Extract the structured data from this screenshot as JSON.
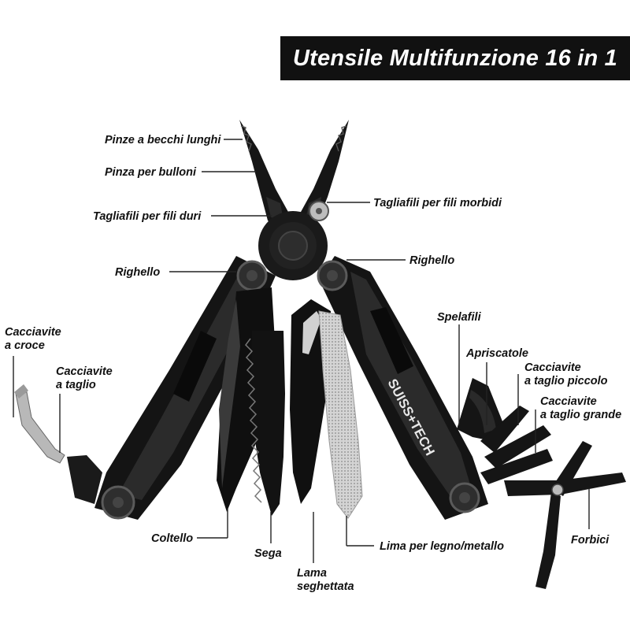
{
  "title": "Utensile Multifunzione 16 in 1",
  "brand_mark": "SUISS+TECH",
  "labels": {
    "pinze_becchi": "Pinze a becchi lunghi",
    "pinza_bulloni": "Pinza per bulloni",
    "tagliafili_duri": "Tagliafili per fili duri",
    "tagliafili_morbidi": "Tagliafili per fili morbidi",
    "righello_left": "Righello",
    "righello_right": "Righello",
    "cacciavite_croce_1": "Cacciavite",
    "cacciavite_croce_2": "a croce",
    "cacciavite_taglio_1": "Cacciavite",
    "cacciavite_taglio_2": "a taglio",
    "spelafili": "Spelafili",
    "apriscatole": "Apriscatole",
    "cacc_piccolo_1": "Cacciavite",
    "cacc_piccolo_2": "a taglio piccolo",
    "cacc_grande_1": "Cacciavite",
    "cacc_grande_2": "a taglio grande",
    "coltello": "Coltello",
    "sega": "Sega",
    "lama_1": "Lama",
    "lama_2": "seghettata",
    "lima": "Lima per legno/metallo",
    "forbici": "Forbici"
  },
  "colors": {
    "tool_body": "#151515",
    "tool_edge": "#3a3a3a",
    "file_silver": "#c8c8c8",
    "banner": "#111111",
    "leader_line": "#222222"
  }
}
